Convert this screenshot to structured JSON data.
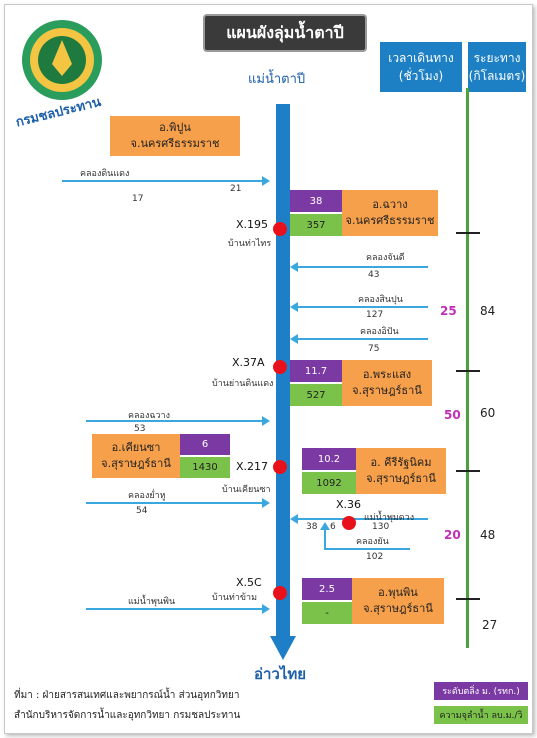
{
  "title": "แผนผังลุ่มน้ำตาปี",
  "logo_text": "กรมชลประทาน",
  "river_name": "แม่น้ำตาปี",
  "river_end": "อ่าวไทย",
  "headers": {
    "travel_time": "เวลาเดินทาง (ชั่วโมง)",
    "distance": "ระยะทาง (กิโลเมตร)"
  },
  "top_district": {
    "line1": "อ.พิปูน",
    "line2": "จ.นครศรีธรรมราช"
  },
  "tributaries": [
    {
      "name": "คลองดินแดง",
      "v1": "21",
      "v2": "17"
    },
    {
      "name": "คลองจันดี",
      "v1": "43"
    },
    {
      "name": "คลองสินปุน",
      "v1": "127"
    },
    {
      "name": "คลองอิปัน",
      "v1": "75"
    },
    {
      "name": "คลองฉวาง",
      "v1": "53"
    },
    {
      "name": "คลองย่ำหู",
      "v1": "54"
    },
    {
      "name": "แม่น้ำพุมดวง",
      "v1": "130"
    },
    {
      "name": "คลองยัน",
      "v1": "102"
    },
    {
      "name": "แม่น้ำพุนพิน"
    }
  ],
  "stations": [
    {
      "code": "X.195",
      "place": "บ้านท่าไทร",
      "level": "38",
      "flow": "357",
      "d1": "อ.ฉวาง",
      "d2": "จ.นครศรีธรรมราช"
    },
    {
      "code": "X.37A",
      "place": "บ้านย่านดินแดง",
      "level": "11.7",
      "flow": "527",
      "d1": "อ.พระแสง",
      "d2": "จ.สุราษฎร์ธานี"
    },
    {
      "code": "X.217",
      "place": "บ้านเคียนซา",
      "level": "10.2",
      "flow": "1092",
      "d1": "อ. คีรีรัฐนิคม",
      "d2": "จ.สุราษฎร์ธานี"
    },
    {
      "code": "X.36",
      "level_left": "38",
      "flow_left": "6"
    },
    {
      "code": "X.5C",
      "place": "บ้านท่าข้าม",
      "level": "2.5",
      "flow": "-",
      "d1": "อ.พุนพิน",
      "d2": "จ.สุราษฎร์ธานี"
    }
  ],
  "left_station": {
    "d1": "อ.เคียนซา",
    "d2": "จ.สุราษฎร์ธานี",
    "level": "6",
    "flow": "1430"
  },
  "times": [
    "25",
    "50",
    "20"
  ],
  "distances": [
    "84",
    "60",
    "48",
    "27"
  ],
  "legend": {
    "level": "ระดับตลิ่ง ม. (รทก.)",
    "flow": "ความจุลำน้ำ ลบ.ม./วิ"
  },
  "source": {
    "line1": "ที่มา : ฝ่ายสารสนเทศและพยากรณ์น้ำ ส่วนอุทกวิทยา",
    "line2": "สำนักบริหารจัดการน้ำและอุทกวิทยา กรมชลประทาน"
  },
  "colors": {
    "river": "#1e7fc8",
    "orange": "#f7a04b",
    "purple": "#7b3aa3",
    "green": "#7bc24a",
    "station": "#e8101b",
    "time_text": "#c02fb8"
  }
}
